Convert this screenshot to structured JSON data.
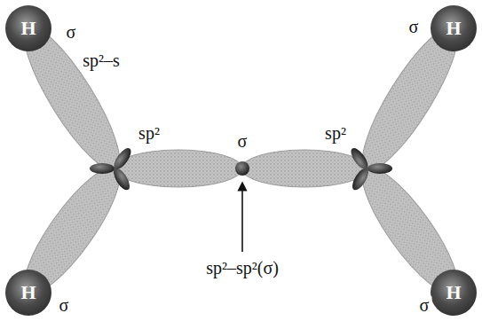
{
  "diagram": {
    "nodes": [
      {
        "text": [
          "H"
        ]
      },
      {
        "text": [
          "H"
        ]
      },
      {
        "text": [
          "H"
        ]
      },
      {
        "text": [
          "H"
        ]
      }
    ],
    "labels": [
      "σ",
      "sp²–s",
      "σ",
      "sp²",
      "σ",
      "sp²",
      "sp²–sp²(σ)",
      "σ",
      "σ"
    ]
  }
}
